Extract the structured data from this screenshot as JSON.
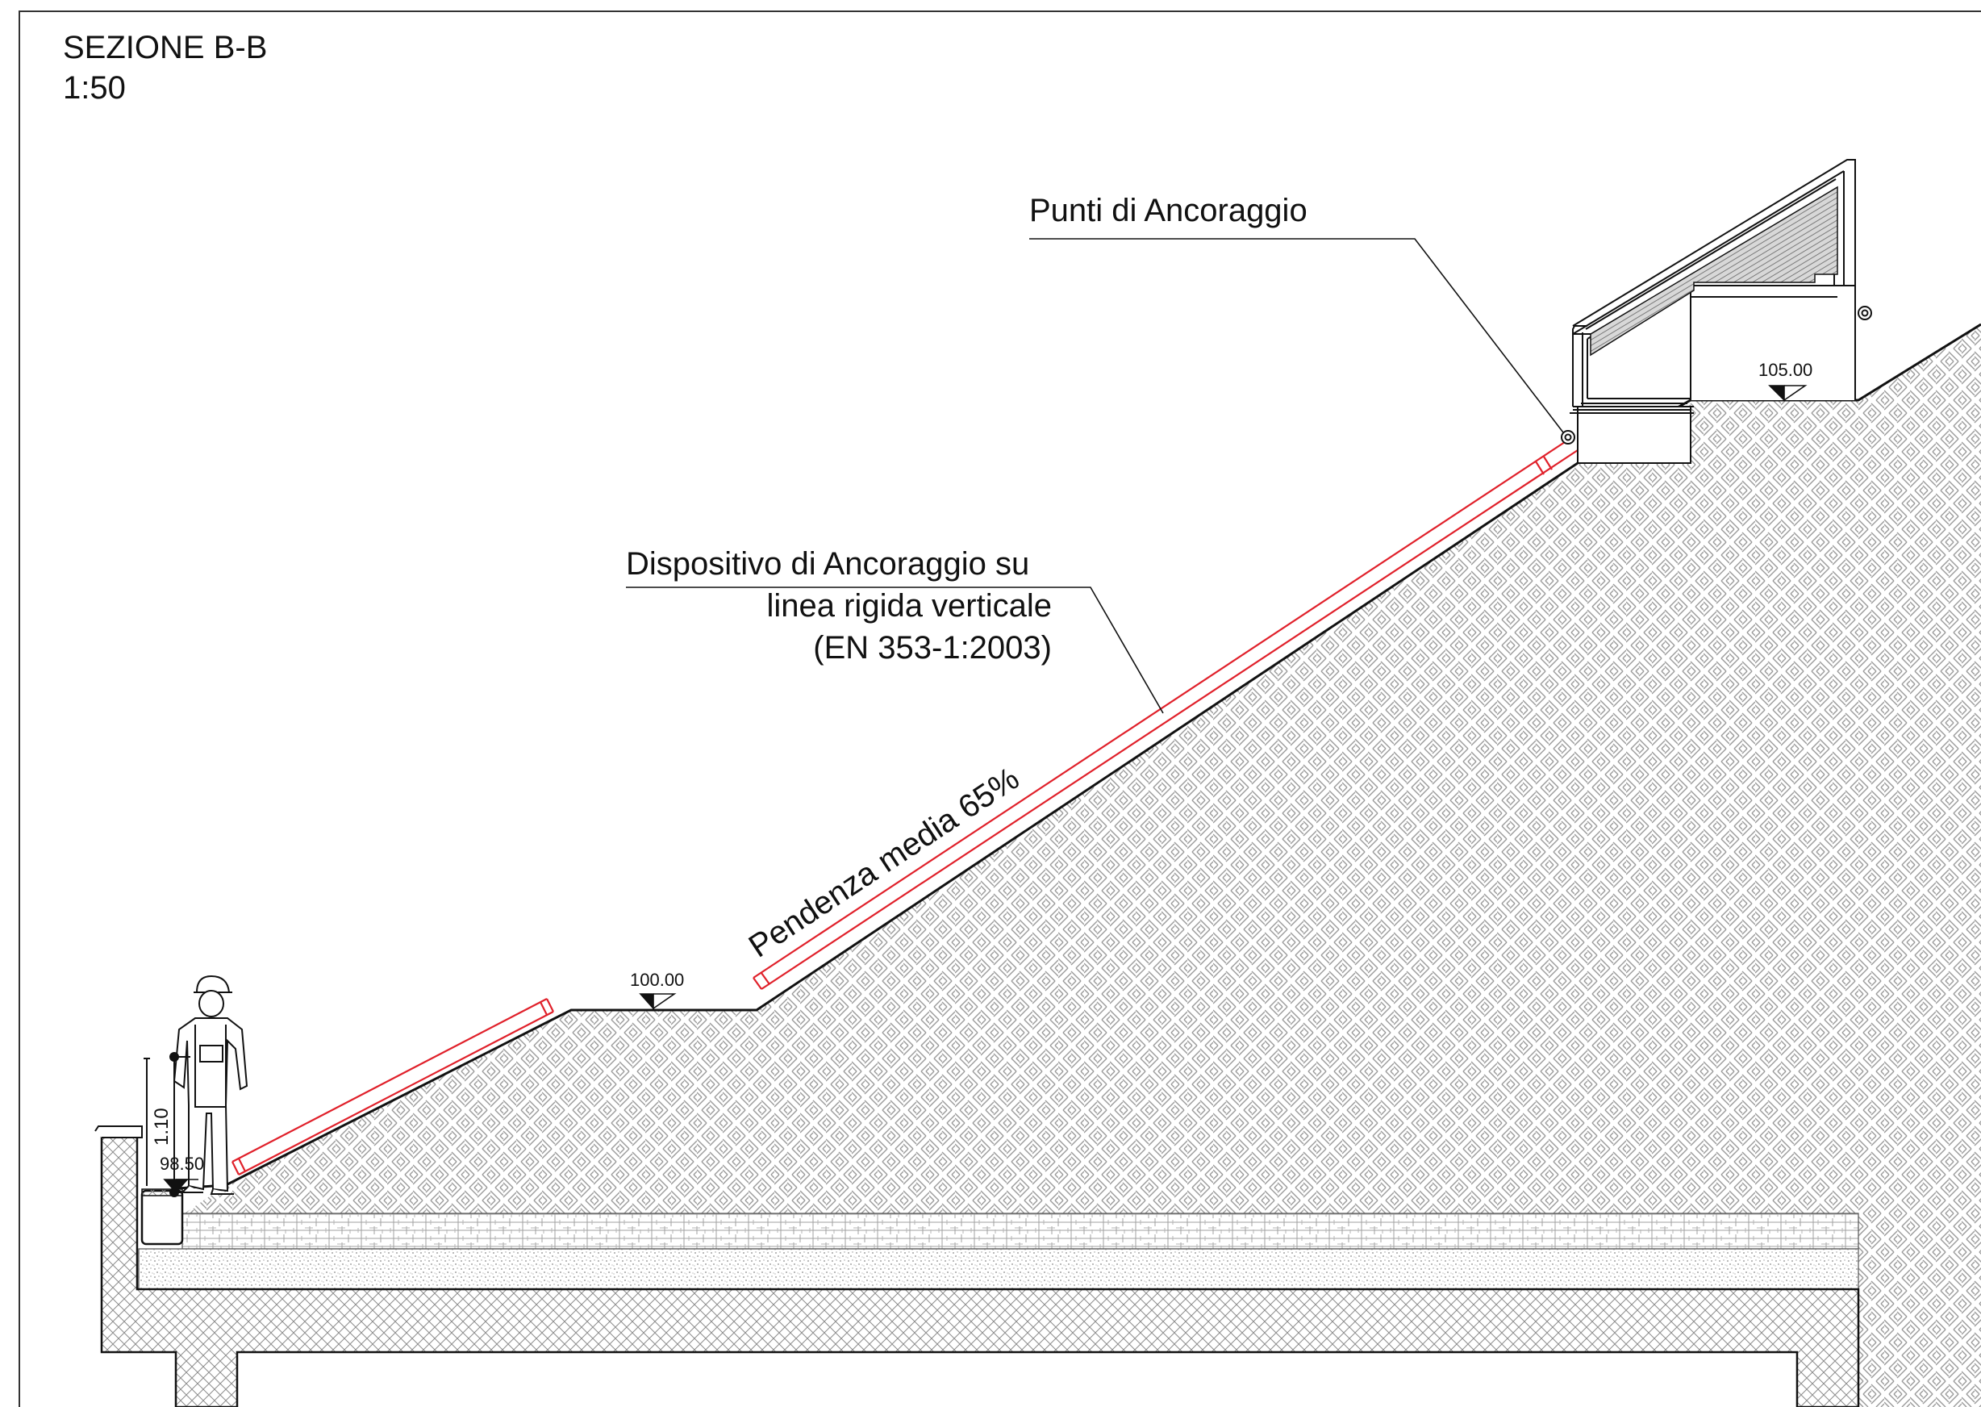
{
  "title": {
    "section": "SEZIONE B-B",
    "scale": "1:50"
  },
  "annotations": {
    "anchor_points": "Punti di Ancoraggio",
    "device_line_1": "Dispositivo di Ancoraggio su",
    "device_line_2": "linea rigida verticale",
    "device_line_3": "(EN 353-1:2003)",
    "slope": "Pendenza media 65%"
  },
  "levels": {
    "bottom": "98.50",
    "middle": "100.00",
    "top": "105.00"
  },
  "dimensions": {
    "parapet_height": "1.10"
  },
  "colors": {
    "line": "#111111",
    "hatch": "#9a9a9a",
    "fall_protection_line": "#e0202a",
    "railing_fill": "#dcdcdc"
  }
}
